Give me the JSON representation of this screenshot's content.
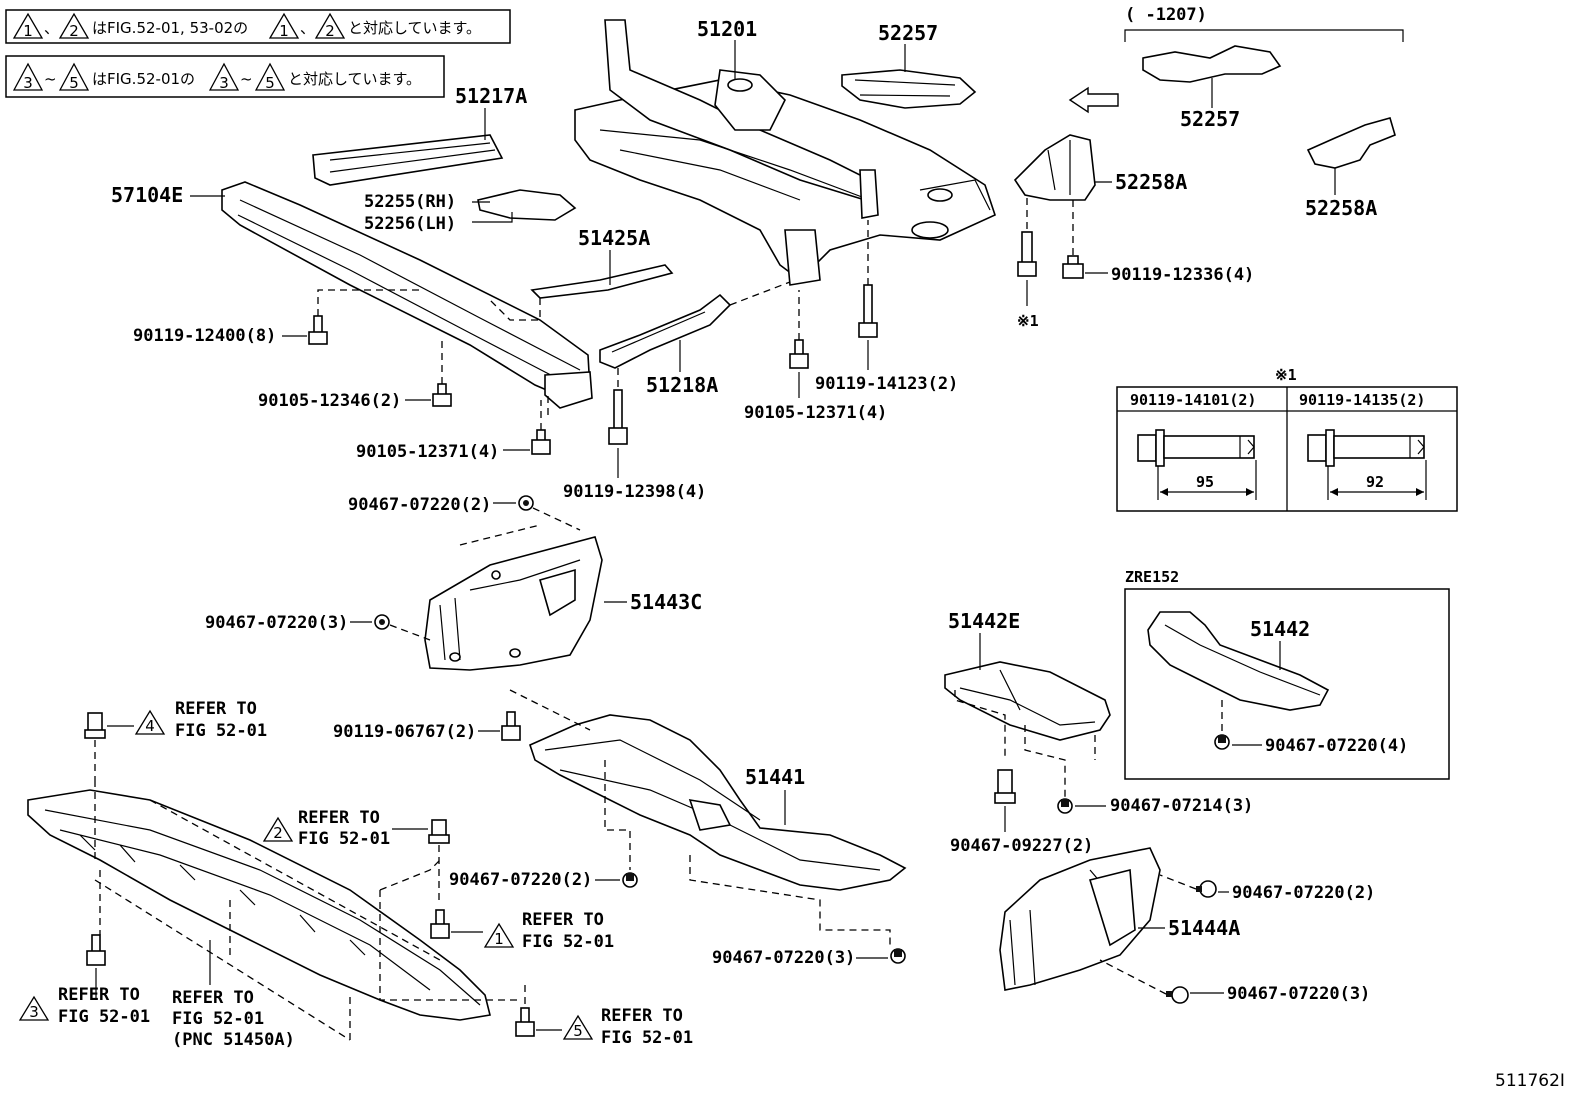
{
  "notes": {
    "note1_tri_a": "1",
    "note1_tri_b": "2",
    "note1_text_a": "、",
    "note1_text_b": "はFIG.52-01, 53-02の",
    "note1_text_c": "、",
    "note1_text_d": "と対応しています。",
    "note2_tri_a": "3",
    "note2_tri_b": "5",
    "note2_text_a": "~",
    "note2_text_b": "はFIG.52-01の",
    "note2_text_c": "~",
    "note2_text_d": "と対応しています。"
  },
  "labels": {
    "p51201": "51201",
    "p52257_main": "52257",
    "range": "(      -1207)",
    "p52257_alt": "52257",
    "p52258A_main": "52258A",
    "p52258A_alt": "52258A",
    "p51217A": "51217A",
    "p57104E": "57104E",
    "p52255": "52255(RH)",
    "p52256": "52256(LH)",
    "p51425A": "51425A",
    "p90119_12336": "90119-12336(4)",
    "ref_x1": "※1",
    "p90119_12400": "90119-12400(8)",
    "p51218A": "51218A",
    "p90119_14123": "90119-14123(2)",
    "p90105_12371_4": "90105-12371(4)",
    "p90105_12346": "90105-12346(2)",
    "p90105_12371_4b": "90105-12371(4)",
    "p90119_12398": "90119-12398(4)",
    "p90467_07220_2a": "90467-07220(2)",
    "p51443C": "51443C",
    "p90467_07220_3a": "90467-07220(3)",
    "zre152": "ZRE152",
    "p51442E": "51442E",
    "p51442": "51442",
    "p90467_07220_4": "90467-07220(4)",
    "p90119_06767": "90119-06767(2)",
    "p51441": "51441",
    "p90467_07214": "90467-07214(3)",
    "p90467_09227": "90467-09227(2)",
    "p90467_07220_2b": "90467-07220(2)",
    "p90467_07220_2c": "90467-07220(2)",
    "p51444A": "51444A",
    "p90467_07220_3b": "90467-07220(3)",
    "p90467_07220_3c": "90467-07220(3)",
    "fig_no": "511762I"
  },
  "refs": {
    "r4_num": "4",
    "r4_l1": "REFER TO",
    "r4_l2": "FIG 52-01",
    "r2_num": "2",
    "r2_l1": "REFER TO",
    "r2_l2": "FIG 52-01",
    "r1_num": "1",
    "r1_l1": "REFER TO",
    "r1_l2": "FIG 52-01",
    "r3_num": "3",
    "r3_l1": "REFER TO",
    "r3_l2": "FIG 52-01",
    "pnc_l1": "REFER TO",
    "pnc_l2": "FIG 52-01",
    "pnc_l3": "(PNC 51450A)",
    "r5_num": "5",
    "r5_l1": "REFER TO",
    "r5_l2": "FIG 52-01"
  },
  "bolt_table": {
    "mark": "※1",
    "col1_part": "90119-14101(2)",
    "col1_len": "95",
    "col2_part": "90119-14135(2)",
    "col2_len": "92"
  }
}
